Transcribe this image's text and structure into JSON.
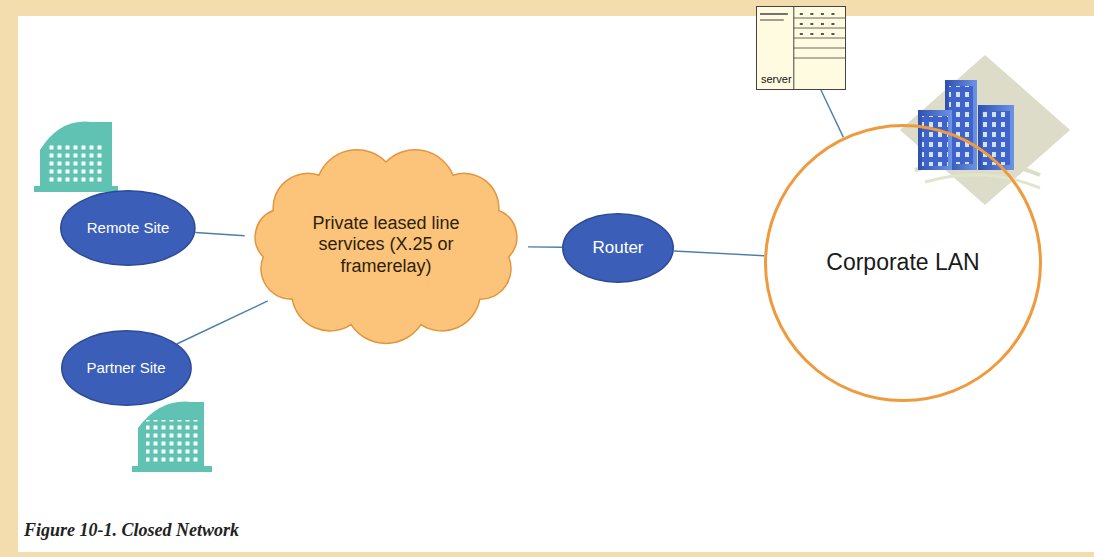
{
  "diagram": {
    "caption": "Figure 10-1. Closed Network",
    "nodes": [
      {
        "text": [
          "Remote Site"
        ]
      },
      {
        "text": [
          "Partner Site"
        ]
      },
      {
        "text": [
          "Private leased line services (X.25 or framerelay)"
        ]
      },
      {
        "text": [
          "Router"
        ]
      },
      {
        "text": [
          "server"
        ]
      },
      {
        "text": [
          "Corporate LAN"
        ]
      }
    ],
    "edges": [
      {
        "from": 0,
        "to": 2,
        "arrow": "none"
      },
      {
        "from": 1,
        "to": 2,
        "arrow": "none"
      },
      {
        "from": 2,
        "to": 3,
        "arrow": "none"
      },
      {
        "from": 3,
        "to": 5,
        "arrow": "none"
      },
      {
        "from": 4,
        "to": 5,
        "arrow": "none"
      }
    ]
  }
}
